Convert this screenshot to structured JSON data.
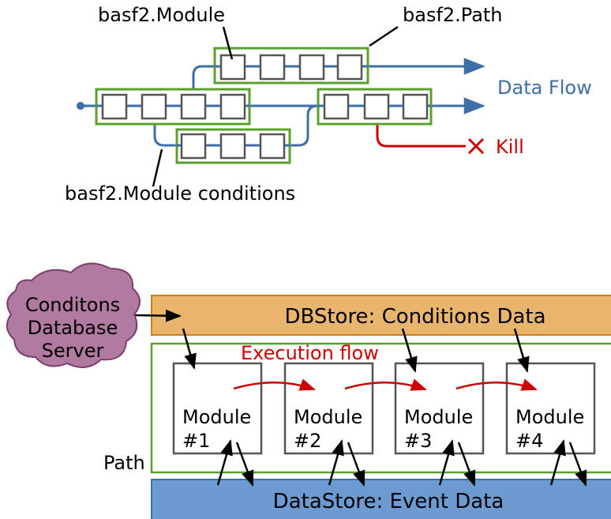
{
  "top_diagram": {
    "module_label": "basf2.Module",
    "path_label": "basf2.Path",
    "data_flow_label": "Data Flow",
    "kill_label": "Kill",
    "conditions_label": "basf2.Module conditions"
  },
  "bottom_diagram": {
    "server_lines": [
      "Conditons",
      "Database",
      "Server"
    ],
    "dbstore_label": "DBStore: Conditions Data",
    "execution_flow_label": "Execution flow",
    "path_label": "Path",
    "datastore_label": "DataStore: Event Data",
    "modules": [
      {
        "line1": "Module",
        "line2": "#1"
      },
      {
        "line1": "Module",
        "line2": "#2"
      },
      {
        "line1": "Module",
        "line2": "#3"
      },
      {
        "line1": "Module",
        "line2": "#4"
      }
    ]
  },
  "colors": {
    "flow_blue": "#3d6ea8",
    "path_green": "#5aa02c",
    "kill_red": "#cc0000",
    "dbstore_orange": "#e9b46b",
    "datastore_blue": "#6c9bd1",
    "server_purple": "#b07aa1"
  }
}
